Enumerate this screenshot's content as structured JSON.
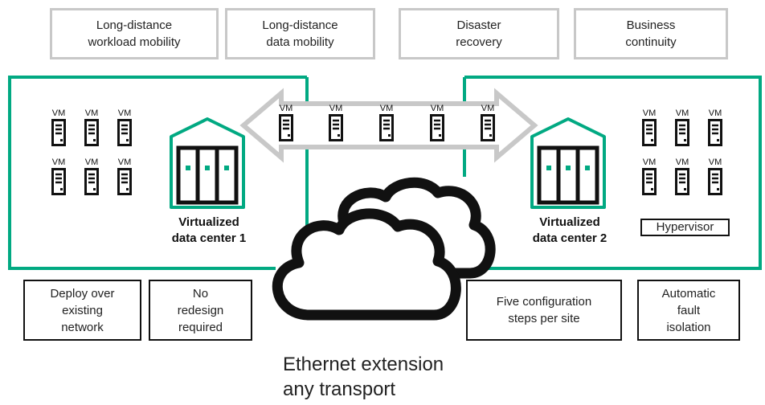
{
  "top_boxes": [
    "Long-distance\nworkload mobility",
    "Long-distance\ndata mobility",
    "Disaster\nrecovery",
    "Business\ncontinuity"
  ],
  "dc1": {
    "label": "Virtualized\ndata center 1"
  },
  "dc2": {
    "label": "Virtualized\ndata center 2",
    "hypervisor": "Hypervisor"
  },
  "vm_label": "VM",
  "bottom_boxes": [
    "Deploy over\nexisting\nnetwork",
    "No\nredesign\nrequired",
    "Five configuration\nsteps per site",
    "Automatic\nfault\nisolation"
  ],
  "caption": "Ethernet extension\nany transport",
  "colors": {
    "accent": "#01a982",
    "box_border": "#c8c8c8",
    "arrow": "#c8c8c8"
  },
  "icons": [
    "server-icon",
    "datacenter-icon",
    "cloud-icon",
    "double-arrow-icon"
  ]
}
